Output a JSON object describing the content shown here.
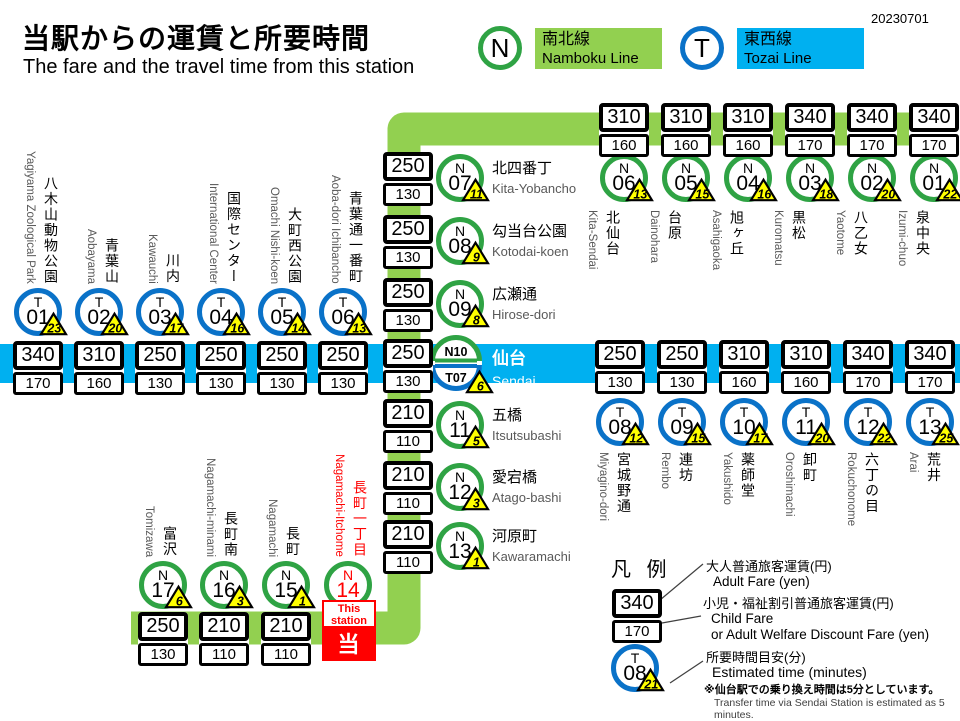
{
  "header": {
    "title_ja": "当駅からの運賃と所要時間",
    "title_en": "The fare and the travel time from this  station",
    "date": "20230701",
    "lines": [
      {
        "symbol": "N",
        "ja": "南北線",
        "en": "Namboku Line"
      },
      {
        "symbol": "T",
        "ja": "東西線",
        "en": "Tozai Line"
      }
    ]
  },
  "colors": {
    "namboku_line": "#92D050",
    "tozai_line": "#00B0F0",
    "namboku_ring": "#2FA344",
    "tozai_ring": "#0A72C8",
    "time_triangle": "#FFFF00",
    "this_station_red": "#FF0000"
  },
  "stations": {
    "namboku_top": [
      {
        "line": "N",
        "num": "06",
        "ja": "北仙台",
        "en": "Kita-Sendai",
        "adult": "310",
        "child": "160",
        "min": "13"
      },
      {
        "line": "N",
        "num": "05",
        "ja": "台原",
        "en": "Dainohara",
        "adult": "310",
        "child": "160",
        "min": "15"
      },
      {
        "line": "N",
        "num": "04",
        "ja": "旭ヶ丘",
        "en": "Asahigaoka",
        "adult": "310",
        "child": "160",
        "min": "16"
      },
      {
        "line": "N",
        "num": "03",
        "ja": "黒松",
        "en": "Kuromatsu",
        "adult": "340",
        "child": "170",
        "min": "18"
      },
      {
        "line": "N",
        "num": "02",
        "ja": "八乙女",
        "en": "Yaotome",
        "adult": "340",
        "child": "170",
        "min": "20"
      },
      {
        "line": "N",
        "num": "01",
        "ja": "泉中央",
        "en": "Izumi-chuo",
        "adult": "340",
        "child": "170",
        "min": "22"
      }
    ],
    "namboku_mid": [
      {
        "line": "N",
        "num": "07",
        "ja": "北四番丁",
        "en": "Kita-Yobancho",
        "adult": "250",
        "child": "130",
        "min": "11"
      },
      {
        "line": "N",
        "num": "08",
        "ja": "勾当台公園",
        "en": "Kotodai-koen",
        "adult": "250",
        "child": "130",
        "min": "9"
      },
      {
        "line": "N",
        "num": "09",
        "ja": "広瀬通",
        "en": "Hirose-dori",
        "adult": "250",
        "child": "130",
        "min": "8"
      },
      {
        "line": "N",
        "num": "11",
        "ja": "五橋",
        "en": "Itsutsubashi",
        "adult": "210",
        "child": "110",
        "min": "5"
      },
      {
        "line": "N",
        "num": "12",
        "ja": "愛宕橋",
        "en": "Atago-bashi",
        "adult": "210",
        "child": "110",
        "min": "3"
      },
      {
        "line": "N",
        "num": "13",
        "ja": "河原町",
        "en": "Kawaramachi",
        "adult": "210",
        "child": "110",
        "min": "1"
      }
    ],
    "sendai": {
      "line1": "N10",
      "line2": "T07",
      "ja": "仙台",
      "en": "Sendai",
      "adult": "250",
      "child": "130",
      "min": "6"
    },
    "namboku_bottom": [
      {
        "line": "N",
        "num": "17",
        "ja": "富沢",
        "en": "Tomizawa",
        "adult": "250",
        "child": "130",
        "min": "6"
      },
      {
        "line": "N",
        "num": "16",
        "ja": "長町南",
        "en": "Nagamachi-minami",
        "adult": "210",
        "child": "110",
        "min": "3"
      },
      {
        "line": "N",
        "num": "15",
        "ja": "長町",
        "en": "Nagamachi",
        "adult": "210",
        "child": "110",
        "min": "1"
      }
    ],
    "this_station": {
      "line": "N",
      "num": "14",
      "ja": "長町一丁目",
      "en": "Nagamachi-Itchome",
      "marker_en": "This station",
      "marker_ja": "当駅"
    },
    "tozai_left": [
      {
        "line": "T",
        "num": "01",
        "ja": "八木山動物公園",
        "en": "Yagiyama Zoological Park",
        "adult": "340",
        "child": "170",
        "min": "23"
      },
      {
        "line": "T",
        "num": "02",
        "ja": "青葉山",
        "en": "Aobayama",
        "adult": "310",
        "child": "160",
        "min": "20"
      },
      {
        "line": "T",
        "num": "03",
        "ja": "川内",
        "en": "Kawauchi",
        "adult": "250",
        "child": "130",
        "min": "17"
      },
      {
        "line": "T",
        "num": "04",
        "ja": "国際センター",
        "en": "International Center",
        "adult": "250",
        "child": "130",
        "min": "16"
      },
      {
        "line": "T",
        "num": "05",
        "ja": "大町西公園",
        "en": "Omachi Nishi-koen",
        "adult": "250",
        "child": "130",
        "min": "14"
      },
      {
        "line": "T",
        "num": "06",
        "ja": "青葉通一番町",
        "en": "Aoba-dori Ichibancho",
        "adult": "250",
        "child": "130",
        "min": "13"
      }
    ],
    "tozai_right": [
      {
        "line": "T",
        "num": "08",
        "ja": "宮城野通",
        "en": "Miyagino-dori",
        "adult": "250",
        "child": "130",
        "min": "12"
      },
      {
        "line": "T",
        "num": "09",
        "ja": "連坊",
        "en": "Rembo",
        "adult": "250",
        "child": "130",
        "min": "15"
      },
      {
        "line": "T",
        "num": "10",
        "ja": "薬師堂",
        "en": "Yakushido",
        "adult": "310",
        "child": "160",
        "min": "17"
      },
      {
        "line": "T",
        "num": "11",
        "ja": "卸町",
        "en": "Oroshimachi",
        "adult": "310",
        "child": "160",
        "min": "20"
      },
      {
        "line": "T",
        "num": "12",
        "ja": "六丁の目",
        "en": "Rokuchonome",
        "adult": "340",
        "child": "170",
        "min": "22"
      },
      {
        "line": "T",
        "num": "13",
        "ja": "荒井",
        "en": "Arai",
        "adult": "340",
        "child": "170",
        "min": "25"
      }
    ]
  },
  "legend": {
    "heading": "凡 例",
    "adult_ja": "大人普通旅客運賃(円)",
    "adult_en": "Adult Fare (yen)",
    "child_ja": "小児・福祉割引普通旅客運賃(円)",
    "child_en1": "Child Fare",
    "child_en2": "or Adult Welfare Discount Fare (yen)",
    "example_adult": "340",
    "example_child": "170",
    "time_ja": "所要時間目安(分)",
    "time_en": "Estimated time (minutes)",
    "note_ja": "※仙台駅での乗り換え時間は5分としています。",
    "note_en": "Transfer time via Sendai Station is estimated as 5 minutes.",
    "example_line": "T",
    "example_num": "08",
    "example_min": "21"
  }
}
